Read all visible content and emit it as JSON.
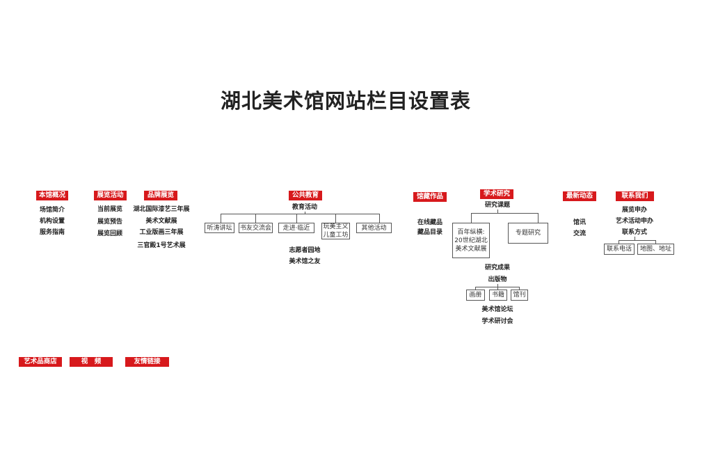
{
  "title": "湖北美术馆网站栏目设置表",
  "accent": "#d7191c",
  "sections": {
    "about": {
      "label": "本馆概况",
      "items": [
        "场馆简介",
        "机构设置",
        "服务指南"
      ]
    },
    "exhibitions": {
      "label": "展览活动",
      "items": [
        "当前展览",
        "展览预告",
        "展览回顾"
      ]
    },
    "brand": {
      "label": "品牌展览",
      "items": [
        "湖北国际漆艺三年展",
        "美术文献展",
        "工业版画三年展",
        "三官殿1号艺术展"
      ]
    },
    "education": {
      "label": "公共教育",
      "sub": "教育活动",
      "boxes": [
        "听涛讲坛",
        "书友交流会",
        "走进·临近",
        "玩美主义\n儿童工坊",
        "其他活动"
      ],
      "items": [
        "志愿者园地",
        "美术馆之友"
      ]
    },
    "collection": {
      "label": "馆藏作品",
      "items": [
        "在线藏品",
        "藏品目录"
      ]
    },
    "research": {
      "label": "学术研究",
      "sub": "研究课题",
      "boxes": [
        "百年纵横:\n20世纪湖北\n美术文献展",
        "专题研究"
      ],
      "sub2": "研究成果",
      "sub3": "出版物",
      "pub_boxes": [
        "画册",
        "书籍",
        "馆刊"
      ],
      "items": [
        "美术馆论坛",
        "学术研讨会"
      ]
    },
    "news": {
      "label": "最新动态",
      "items": [
        "馆讯",
        "交流"
      ]
    },
    "contact": {
      "label": "联系我们",
      "items": [
        "展览申办",
        "艺术活动申办",
        "联系方式"
      ],
      "boxes": [
        "联系电话",
        "地图、地址"
      ]
    }
  },
  "bottom": [
    "艺术品商店",
    "视　频",
    "友情链接"
  ]
}
